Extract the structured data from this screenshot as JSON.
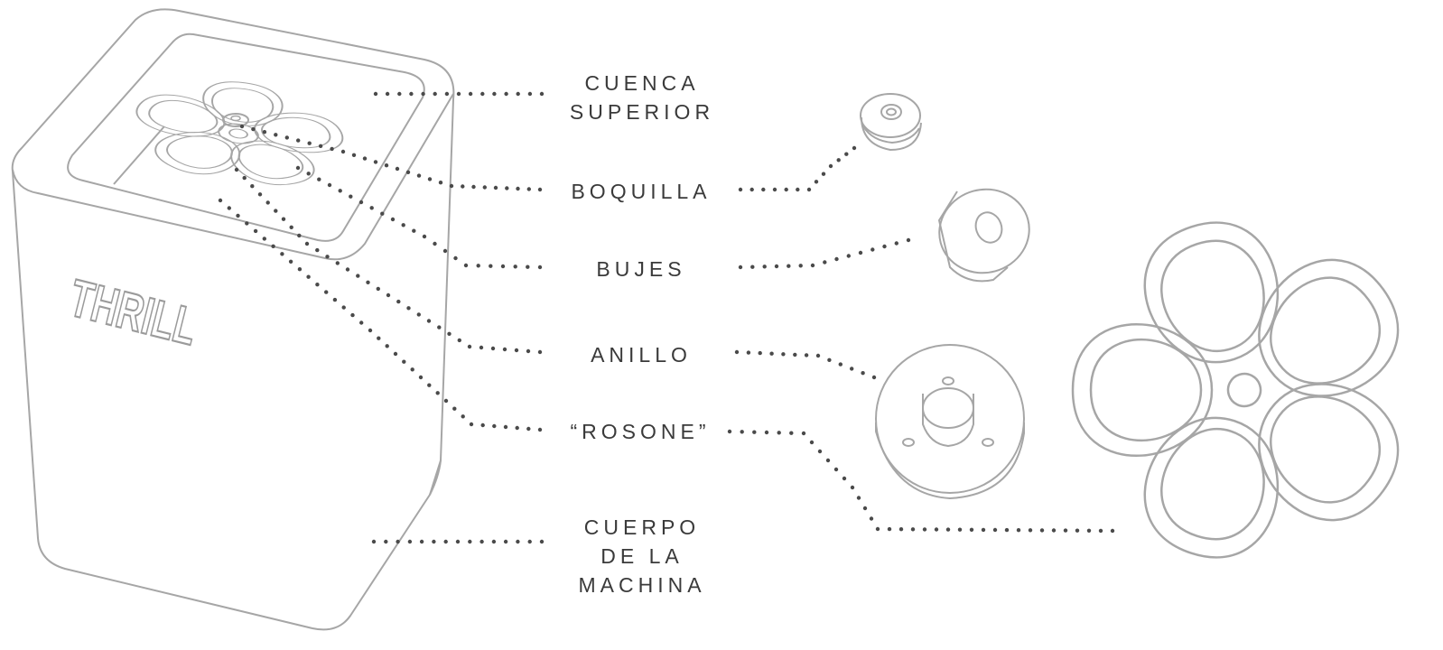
{
  "brand": "THRILL",
  "line_color": "#9b9b9b",
  "dot_color": "#4a4a4a",
  "labels": {
    "cuenca": [
      "CUENCA",
      "SUPERIOR"
    ],
    "boquilla": "BOQUILLA",
    "bujes": "BUJES",
    "anillo": "ANILLO",
    "rosone": "“ROSONE”",
    "cuerpo": [
      "CUERPO",
      "DE LA",
      "MACHINA"
    ]
  }
}
